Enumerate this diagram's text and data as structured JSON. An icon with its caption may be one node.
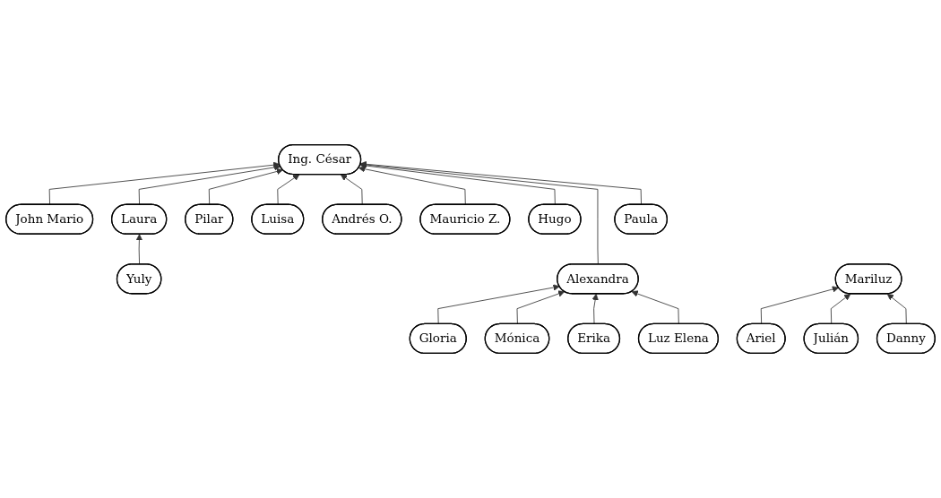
{
  "diagram": {
    "nodes": [
      {
        "text": [
          "Yuly"
        ]
      },
      {
        "text": [
          "John Mario"
        ]
      },
      {
        "text": [
          "Laura"
        ]
      },
      {
        "text": [
          "Pilar"
        ]
      },
      {
        "text": [
          "Luisa"
        ]
      },
      {
        "text": [
          "Andrés O."
        ]
      },
      {
        "text": [
          "Ing. César"
        ]
      },
      {
        "text": [
          "Mauricio Z."
        ]
      },
      {
        "text": [
          "Hugo"
        ]
      },
      {
        "text": [
          "Alexandra"
        ]
      },
      {
        "text": [
          "Paula"
        ]
      },
      {
        "text": [
          "Gloria"
        ]
      },
      {
        "text": [
          "Mónica"
        ]
      },
      {
        "text": [
          "Erika"
        ]
      },
      {
        "text": [
          "Luz Elena"
        ]
      },
      {
        "text": [
          "Ariel"
        ]
      },
      {
        "text": [
          "Mariluz"
        ]
      },
      {
        "text": [
          "Julián"
        ]
      },
      {
        "text": [
          "Danny"
        ]
      }
    ],
    "edges": [
      {
        "from": 0,
        "to": 2,
        "arrow": "to"
      },
      {
        "from": 1,
        "to": 6,
        "arrow": "to"
      },
      {
        "from": 2,
        "to": 6,
        "arrow": "to"
      },
      {
        "from": 3,
        "to": 6,
        "arrow": "to"
      },
      {
        "from": 4,
        "to": 6,
        "arrow": "to"
      },
      {
        "from": 5,
        "to": 6,
        "arrow": "to"
      },
      {
        "from": 7,
        "to": 6,
        "arrow": "to"
      },
      {
        "from": 8,
        "to": 6,
        "arrow": "to"
      },
      {
        "from": 9,
        "to": 6,
        "arrow": "to"
      },
      {
        "from": 10,
        "to": 6,
        "arrow": "to"
      },
      {
        "from": 11,
        "to": 9,
        "arrow": "to"
      },
      {
        "from": 12,
        "to": 9,
        "arrow": "to"
      },
      {
        "from": 13,
        "to": 9,
        "arrow": "to"
      },
      {
        "from": 14,
        "to": 9,
        "arrow": "to"
      },
      {
        "from": 15,
        "to": 16,
        "arrow": "to"
      },
      {
        "from": 17,
        "to": 16,
        "arrow": "to"
      },
      {
        "from": 18,
        "to": 16,
        "arrow": "to"
      }
    ]
  }
}
